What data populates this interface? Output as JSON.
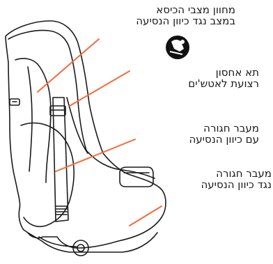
{
  "diagram": {
    "labels": {
      "recline_indicator": {
        "line1": "מחוון מצבי הכיסא",
        "line2": "במצב נגד כיוון הנסיעה"
      },
      "strap_storage": {
        "line1": "תא אחסון",
        "line2": "רצועת לאטש'ים"
      },
      "belt_path_forward": {
        "line1": "מעבר חגורה",
        "line2": "עם כיוון הנסיעה"
      },
      "belt_path_rear": {
        "line1": "מעבר חגורה",
        "line2": "נגד כיוון הנסיעה"
      }
    },
    "colors": {
      "leader_line": "#f26b3a",
      "outline": "#1a1a1a",
      "badge": "#111111"
    },
    "icons": [
      "rear-facing-seat-icon"
    ]
  }
}
